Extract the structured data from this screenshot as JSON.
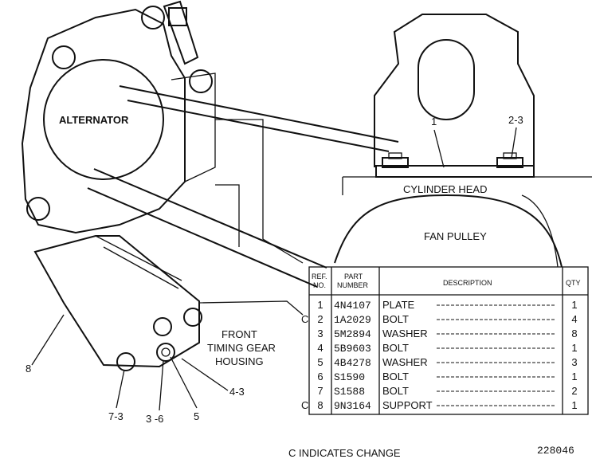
{
  "labels": {
    "alternator": "ALTERNATOR",
    "cylinder_head": "CYLINDER HEAD",
    "fan_pulley": "FAN PULLEY",
    "front_1": "FRONT",
    "front_2": "TIMING GEAR",
    "front_3": "HOUSING",
    "callout_1": "1",
    "callout_2_3": "2-3",
    "callout_8": "8",
    "callout_4_3": "4-3",
    "callout_7_3": "7-3",
    "callout_3_6": "3 -6",
    "callout_5": "5"
  },
  "table": {
    "headers": {
      "ref_1": "REF.",
      "ref_2": "NO.",
      "part_1": "PART",
      "part_2": "NUMBER",
      "desc": "DESCRIPTION",
      "qty": "QTY"
    },
    "rows": [
      {
        "mark": "",
        "ref": "1",
        "part": "4N4107",
        "desc": "PLATE",
        "qty": "1"
      },
      {
        "mark": "C",
        "ref": "2",
        "part": "1A2029",
        "desc": "BOLT",
        "qty": "4"
      },
      {
        "mark": "",
        "ref": "3",
        "part": "5M2894",
        "desc": "WASHER",
        "qty": "8"
      },
      {
        "mark": "",
        "ref": "4",
        "part": "5B9603",
        "desc": "BOLT",
        "qty": "1"
      },
      {
        "mark": "",
        "ref": "5",
        "part": "4B4278",
        "desc": "WASHER",
        "qty": "3"
      },
      {
        "mark": "",
        "ref": "6",
        "part": "S1590",
        "desc": "BOLT",
        "qty": "1"
      },
      {
        "mark": "",
        "ref": "7",
        "part": "S1588",
        "desc": "BOLT",
        "qty": "2"
      },
      {
        "mark": "C",
        "ref": "8",
        "part": "9N3164",
        "desc": "SUPPORT",
        "qty": "1"
      }
    ]
  },
  "footer": {
    "note": "C INDICATES CHANGE",
    "drawing_number": "228046"
  }
}
